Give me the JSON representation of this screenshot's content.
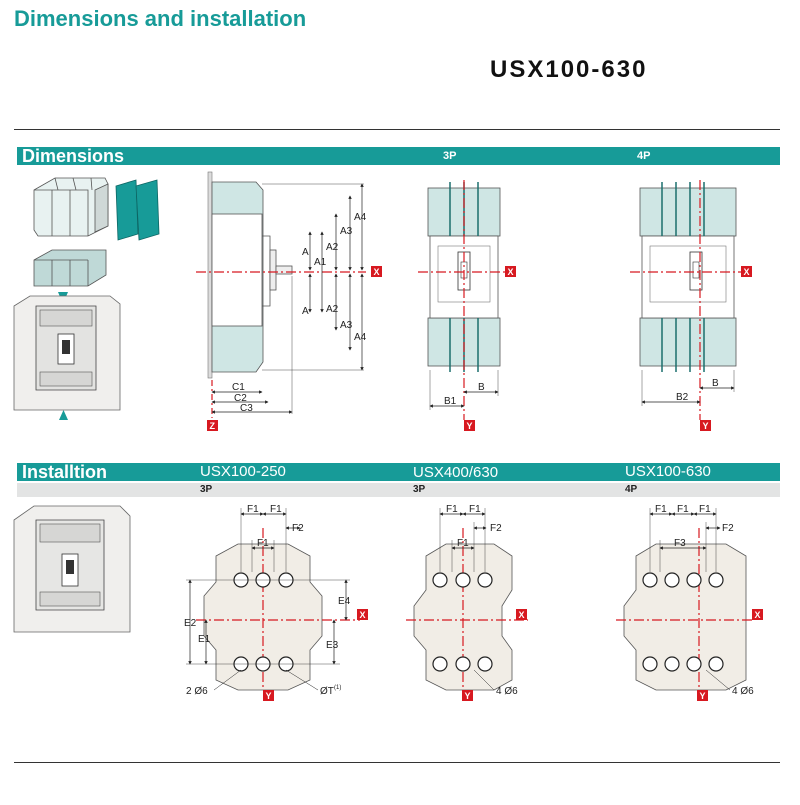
{
  "header": {
    "title": "Dimensions and installation",
    "model": "USX100-630"
  },
  "dimensions": {
    "section_title": "Dimensions",
    "col_3p": "3P",
    "col_4p": "4P",
    "side_labels": [
      "A4",
      "A3",
      "A2",
      "A1",
      "A",
      "A",
      "A2",
      "A3",
      "A4"
    ],
    "bottom_labels": [
      "C1",
      "C2",
      "C3"
    ],
    "axis_x": "X",
    "axis_y": "Y",
    "axis_z": "Z",
    "front3p_labels": [
      "B",
      "B1"
    ],
    "front4p_labels": [
      "B",
      "B2"
    ]
  },
  "installation": {
    "section_title": "Installtion",
    "models": [
      "USX100-250",
      "USX400/630",
      "USX100-630"
    ],
    "poles": [
      "3P",
      "3P",
      "4P"
    ],
    "p1": {
      "f1a": "F1",
      "f1b": "F1",
      "f2": "F2",
      "f1c": "F1",
      "e4": "E4",
      "e2": "E2",
      "e1": "E1",
      "e3": "E3",
      "hole": "2 Ø6",
      "dt": "ØT",
      "dt_sup": "(1)"
    },
    "p2": {
      "f1a": "F1",
      "f1b": "F1",
      "f2": "F2",
      "f1c": "F1",
      "hole": "4 Ø6"
    },
    "p3": {
      "f1a": "F1",
      "f1b": "F1",
      "f1c": "F1",
      "f2": "F2",
      "f3": "F3",
      "hole": "4 Ø6"
    }
  },
  "colors": {
    "teal": "#179b98",
    "red": "#d71920",
    "plate": "#f1ede6",
    "glass": "#cfe6e4"
  }
}
